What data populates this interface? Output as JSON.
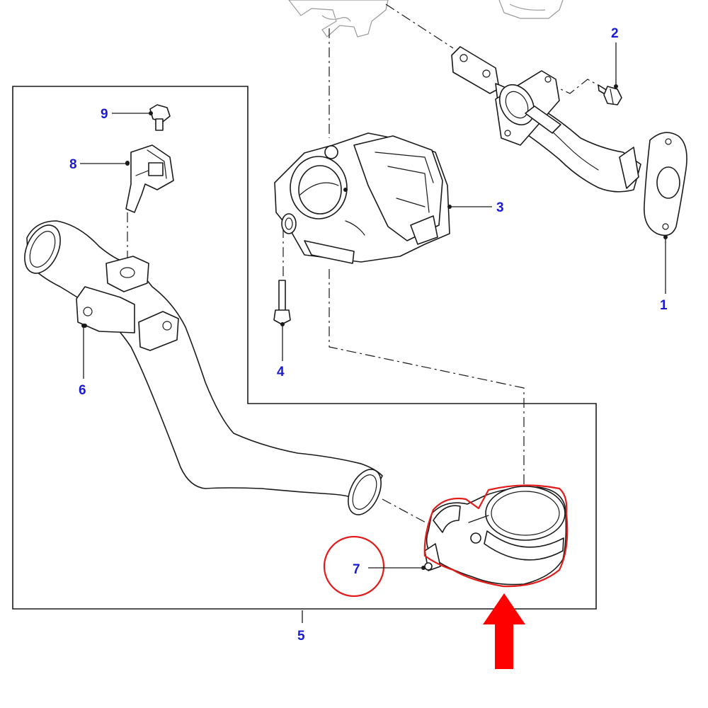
{
  "diagram": {
    "callouts": [
      {
        "id": "c1",
        "text": "1"
      },
      {
        "id": "c2",
        "text": "2"
      },
      {
        "id": "c3",
        "text": "3"
      },
      {
        "id": "c4",
        "text": "4"
      },
      {
        "id": "c5",
        "text": "5"
      },
      {
        "id": "c6",
        "text": "6"
      },
      {
        "id": "c7",
        "text": "7"
      },
      {
        "id": "c8",
        "text": "8"
      },
      {
        "id": "c9",
        "text": "9"
      }
    ],
    "colors": {
      "callout_text": "#1a1ad6",
      "line_art": "#1a1a1a",
      "faded_art": "#9a9a9a",
      "highlight": "#e31b1b",
      "arrow": "#ff0000",
      "background": "#ffffff"
    },
    "icons": {
      "highlight_arrow": "arrow-up-icon"
    }
  }
}
